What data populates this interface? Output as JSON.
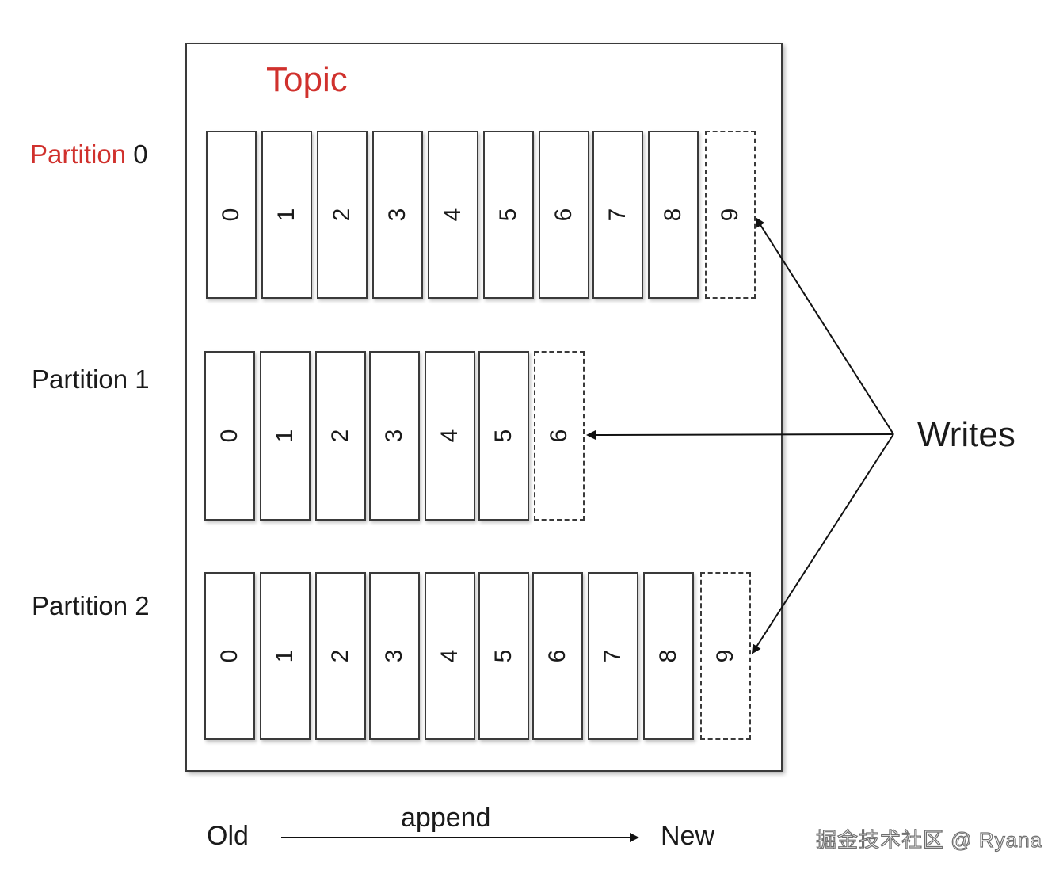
{
  "topic": {
    "title": "Topic"
  },
  "partitions": [
    {
      "label_word": "Partition",
      "label_number": "0",
      "highlight": true,
      "offsets": [
        "0",
        "1",
        "2",
        "3",
        "4",
        "5",
        "6",
        "7",
        "8"
      ],
      "next_offset": "9"
    },
    {
      "label_word": "Partition",
      "label_number": "1",
      "highlight": false,
      "offsets": [
        "0",
        "1",
        "2",
        "3",
        "4",
        "5"
      ],
      "next_offset": "6"
    },
    {
      "label_word": "Partition",
      "label_number": "2",
      "highlight": false,
      "offsets": [
        "0",
        "1",
        "2",
        "3",
        "4",
        "5",
        "6",
        "7",
        "8"
      ],
      "next_offset": "9"
    }
  ],
  "writes_label": "Writes",
  "timeline": {
    "old": "Old",
    "append": "append",
    "new": "New"
  },
  "watermark": "掘金技术社区 @ Ryana",
  "colors": {
    "accent_red": "#d0312d",
    "line": "#3a3a3a"
  }
}
